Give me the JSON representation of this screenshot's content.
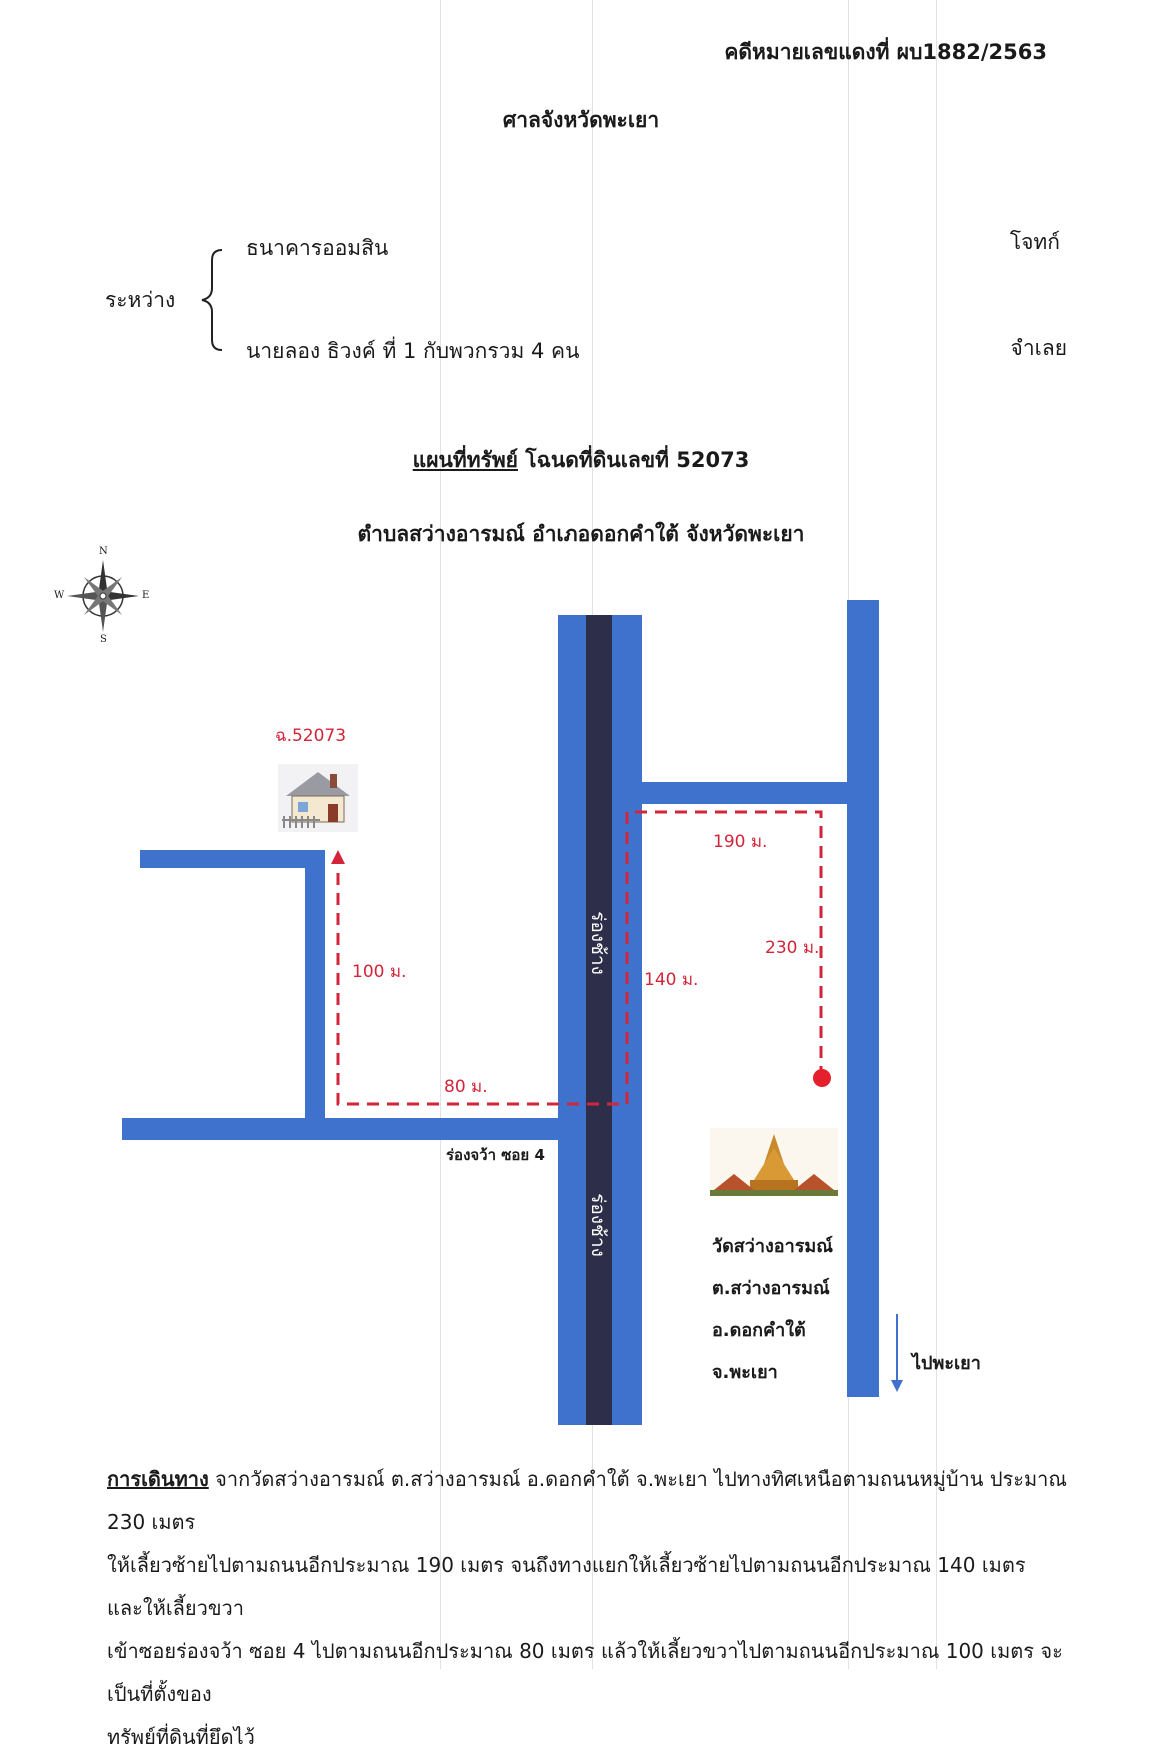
{
  "case_number": "คดีหมายเลขแดงที่ ผบ1882/2563",
  "court": "ศาลจังหวัดพะเยา",
  "parties": {
    "between_label": "ระหว่าง",
    "plaintiff_name": "ธนาคารออมสิน",
    "plaintiff_role": "โจทก์",
    "defendant_name": "นายลอง ธิวงค์ ที่ 1 กับพวกรวม 4 คน",
    "defendant_role": "จำเลย"
  },
  "map_title": {
    "prefix": "แผนที่ทรัพย์",
    "deed": "โฉนดที่ดินเลขที่ 52073",
    "location": "ตำบลสว่างอารมณ์ อำเภอดอกคำใต้ จังหวัดพะเยา"
  },
  "compass": {
    "n": "N",
    "s": "S",
    "e": "E",
    "w": "W"
  },
  "map": {
    "property_label": "ฉ.52073",
    "road_main_upper": "ร่องช้าง",
    "road_main_lower": "ร่องช้าง",
    "soi_label": "ร่องจว้า ซอย 4",
    "dist_100": "100 ม.",
    "dist_80": "80 ม.",
    "dist_140": "140 ม.",
    "dist_190": "190 ม.",
    "dist_230": "230 ม.",
    "temple_lines": [
      "วัดสว่างอารมณ์",
      "ต.สว่างอารมณ์",
      "อ.ดอกคำใต้",
      "จ.พะเยา"
    ],
    "to_phayao": "ไปพะเยา",
    "colors": {
      "road": "#3f72cd",
      "main_road": "#2d2f4a",
      "route": "#d3253a"
    }
  },
  "directions": {
    "heading": "การเดินทาง",
    "line1": "จากวัดสว่างอารมณ์ ต.สว่างอารมณ์ อ.ดอกคำใต้ จ.พะเยา ไปทางทิศเหนือตามถนนหมู่บ้าน ประมาณ 230 เมตร",
    "line2": "ให้เลี้ยวซ้ายไปตามถนนอีกประมาณ 190 เมตร จนถึงทางแยกให้เลี้ยวซ้ายไปตามถนนอีกประมาณ 140 เมตร และให้เลี้ยวขวา",
    "line3": "เข้าซอยร่องจว้า ซอย 4 ไปตามถนนอีกประมาณ 80 เมตร แล้วให้เลี้ยวขวาไปตามถนนอีกประมาณ 100 เมตร จะเป็นที่ตั้งของ",
    "line4": "ทรัพย์ที่ดินที่ยึดไว้"
  }
}
